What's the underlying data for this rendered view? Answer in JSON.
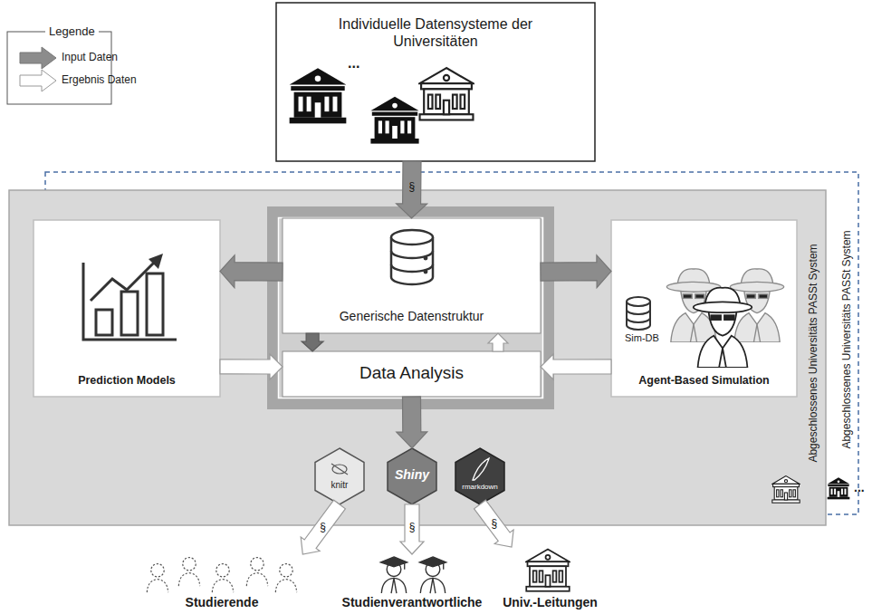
{
  "diagram": {
    "nodes": [
      {
        "text": [
          "Individuelle Datensysteme der Universitäten"
        ]
      },
      {
        "text": [
          "Abgeschlossenes Universitäts PASSt System"
        ]
      },
      {
        "text": [
          "Abgeschlossenes Universitäts PASSt System"
        ]
      },
      {
        "text": [
          "Prediction Models"
        ],
        "in": 2
      },
      {
        "text": [
          "Generische Datenstruktur"
        ],
        "in": 2
      },
      {
        "text": [
          "Data Analysis"
        ],
        "in": 2
      },
      {
        "text": [
          "Sim-DB",
          "Agent-Based Simulation"
        ],
        "in": 2
      },
      {
        "text": [
          "knitr"
        ],
        "in": 2
      },
      {
        "text": [
          "Shiny"
        ],
        "in": 2
      },
      {
        "text": [
          "rmarkdown"
        ],
        "in": 2
      },
      {
        "text": [
          "Studierende"
        ]
      },
      {
        "text": [
          "Studienverantwortliche"
        ]
      },
      {
        "text": [
          "Univ.-Leitungen"
        ]
      }
    ],
    "edges": [
      {
        "from": 0,
        "to": 4,
        "label": "§",
        "arrow": "to"
      },
      {
        "from": 4,
        "to": 3,
        "arrow": "to"
      },
      {
        "from": 4,
        "to": 6,
        "arrow": "to"
      },
      {
        "from": 3,
        "to": 5,
        "arrow": "to"
      },
      {
        "from": 6,
        "to": 5,
        "arrow": "to"
      },
      {
        "from": 4,
        "to": 5,
        "arrow": "to"
      },
      {
        "from": 5,
        "to": 4,
        "arrow": "to"
      },
      {
        "from": 5,
        "to": 8,
        "arrow": "to"
      },
      {
        "from": 7,
        "to": 10,
        "label": "§",
        "arrow": "to"
      },
      {
        "from": 8,
        "to": 11,
        "label": "§",
        "arrow": "to"
      },
      {
        "from": 9,
        "to": 12,
        "label": "§",
        "arrow": "to"
      }
    ],
    "labels": [
      "Legende",
      "...",
      "..."
    ],
    "legend": [
      {
        "text": "Input Daten"
      },
      {
        "text": "Ergebnis Daten"
      }
    ]
  }
}
